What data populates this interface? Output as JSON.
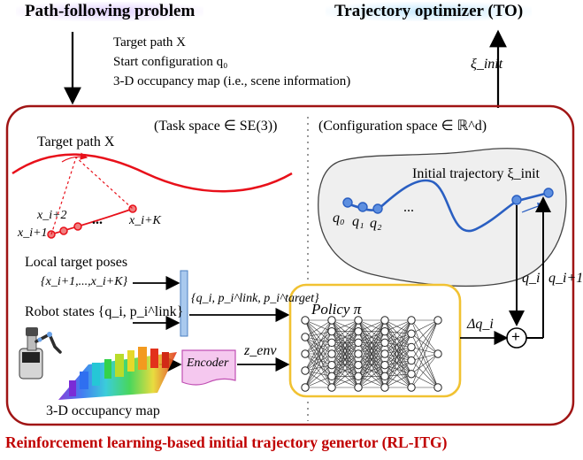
{
  "header": {
    "left_title": "Path-following problem",
    "right_title": "Trajectory optimizer (TO)"
  },
  "inputs": {
    "line1": "Target path X",
    "line2": "Start configuration q₀",
    "line3": "3-D occupancy map (i.e., scene information)"
  },
  "xi_init_arrow_label": "ξ_init",
  "task_space_label": "(Task space ∈ SE(3))",
  "config_space_label": "(Configuration space ∈ ℝ^d)",
  "target_path_label": "Target path X",
  "path_points": {
    "p1": "x_i+1",
    "p2": "x_i+2",
    "dots": "...",
    "pk": "x_i+K"
  },
  "initial_trajectory_label": "Initial trajectory ξ_init",
  "config_points": {
    "q0": "q₀",
    "q1": "q₁",
    "q2": "q₂",
    "dots": "..."
  },
  "local_target_poses": {
    "label": "Local target poses",
    "set": "{x_i+1,...,x_i+K}"
  },
  "robot_states": {
    "label": "Robot states {q_i, p_i^link}"
  },
  "concat_label": "{q_i, p_i^link, p_i^target}",
  "policy_label": "Policy π",
  "encoder_label": "Encoder",
  "z_env_label": "z_env",
  "delta_q_label": "Δq_i",
  "qi_label": "q_i",
  "qi1_label": "q_i+1",
  "sum_symbol": "+",
  "occupancy_label": "3-D occupancy map",
  "footer_title": "Reinforcement learning-based initial trajectory genertor (RL-ITG)",
  "colors": {
    "frame": "#a01414",
    "path_red": "#e8101a",
    "traj_blue": "#2a5fc2",
    "policy_border": "#f1c232",
    "encoder_fill": "#f5c8ef",
    "concat_bar": "#a9c9ee",
    "footer_text": "#c00000"
  }
}
